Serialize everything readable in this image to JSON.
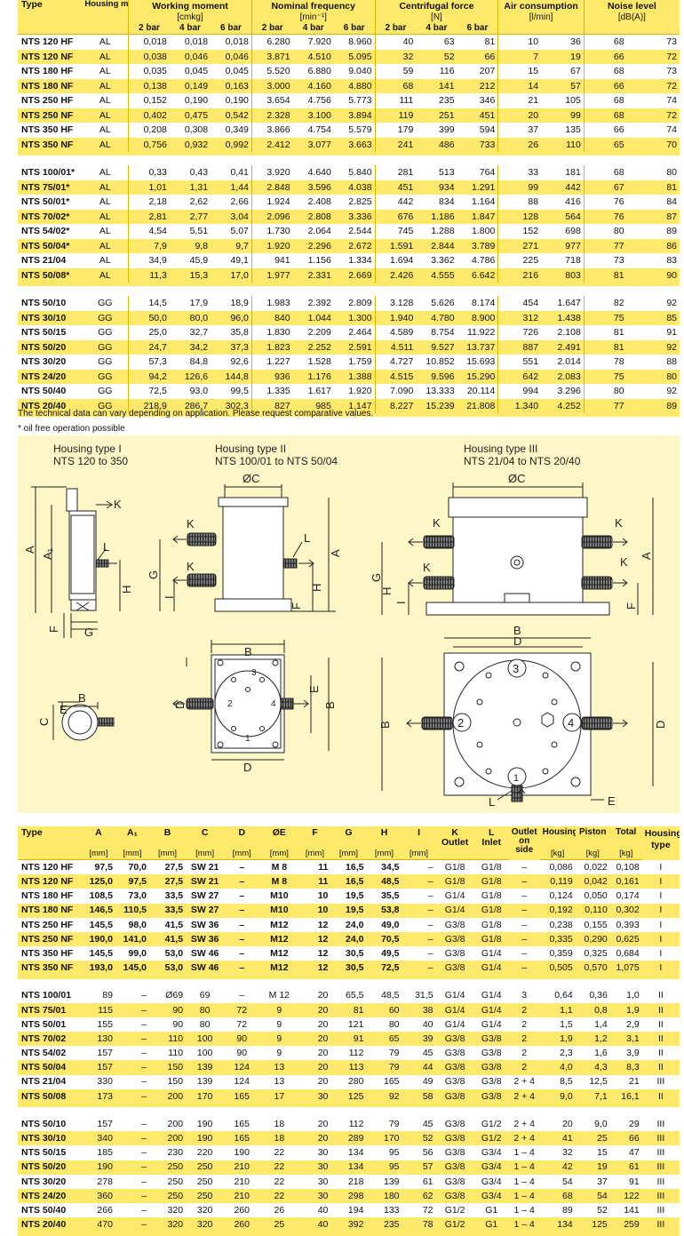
{
  "table1": {
    "hdr": {
      "type": "Type",
      "housing": "Housing material",
      "working": "Working moment",
      "working_unit": "[cmkg]",
      "nominal": "Nominal frequency",
      "nominal_unit": "[min⁻¹]",
      "centrifugal": "Centrifugal force",
      "centrifugal_unit": "[N]",
      "air": "Air consumption",
      "air_unit": "[l/min]",
      "noise": "Noise level",
      "noise_unit": "[dB(A)]",
      "p2": "2 bar",
      "p4": "4 bar",
      "p6": "6 bar"
    },
    "groups": [
      [
        [
          "NTS 120 HF",
          "AL",
          "0,018",
          "0,018",
          "0,018",
          "6.280",
          "7.920",
          "8.960",
          "40",
          "63",
          "81",
          "10",
          "36",
          "68",
          "73"
        ],
        [
          "NTS 120 NF",
          "AL",
          "0,038",
          "0,046",
          "0,046",
          "3.871",
          "4.510",
          "5.095",
          "32",
          "52",
          "66",
          "7",
          "19",
          "66",
          "72"
        ],
        [
          "NTS 180 HF",
          "AL",
          "0,035",
          "0,045",
          "0,045",
          "5.520",
          "6.880",
          "9.040",
          "59",
          "116",
          "207",
          "15",
          "67",
          "68",
          "73"
        ],
        [
          "NTS 180 NF",
          "AL",
          "0,138",
          "0,149",
          "0,163",
          "3.000",
          "4.160",
          "4.880",
          "68",
          "141",
          "212",
          "14",
          "57",
          "66",
          "72"
        ],
        [
          "NTS 250 HF",
          "AL",
          "0,152",
          "0,190",
          "0,190",
          "3.654",
          "4.756",
          "5.773",
          "111",
          "235",
          "346",
          "21",
          "105",
          "68",
          "74"
        ],
        [
          "NTS 250 NF",
          "AL",
          "0,402",
          "0,475",
          "0,542",
          "2.328",
          "3.100",
          "3.894",
          "119",
          "251",
          "451",
          "20",
          "99",
          "68",
          "72"
        ],
        [
          "NTS 350 HF",
          "AL",
          "0,208",
          "0,308",
          "0,349",
          "3.866",
          "4.754",
          "5.579",
          "179",
          "399",
          "594",
          "37",
          "135",
          "66",
          "74"
        ],
        [
          "NTS 350 NF",
          "AL",
          "0,756",
          "0,932",
          "0,992",
          "2.412",
          "3.077",
          "3.663",
          "241",
          "486",
          "733",
          "26",
          "110",
          "65",
          "70"
        ]
      ],
      [
        [
          "NTS 100/01*",
          "AL",
          "0,33",
          "0,43",
          "0,41",
          "3.920",
          "4.640",
          "5.840",
          "281",
          "513",
          "764",
          "33",
          "181",
          "68",
          "80"
        ],
        [
          "NTS 75/01*",
          "AL",
          "1,01",
          "1,31",
          "1,44",
          "2.848",
          "3.596",
          "4.038",
          "451",
          "934",
          "1.291",
          "99",
          "442",
          "67",
          "81"
        ],
        [
          "NTS 50/01*",
          "AL",
          "2,18",
          "2,62",
          "2,66",
          "1.924",
          "2.408",
          "2.825",
          "442",
          "834",
          "1.164",
          "88",
          "416",
          "76",
          "84"
        ],
        [
          "NTS 70/02*",
          "AL",
          "2,81",
          "2,77",
          "3,04",
          "2.096",
          "2.808",
          "3.336",
          "676",
          "1.186",
          "1.847",
          "128",
          "564",
          "76",
          "87"
        ],
        [
          "NTS 54/02*",
          "AL",
          "4,54",
          "5,51",
          "5,07",
          "1.730",
          "2.064",
          "2.544",
          "745",
          "1.288",
          "1.800",
          "152",
          "698",
          "80",
          "89"
        ],
        [
          "NTS 50/04*",
          "AL",
          "7,9",
          "9,8",
          "9,7",
          "1.920",
          "2.296",
          "2.672",
          "1.591",
          "2.844",
          "3.789",
          "271",
          "977",
          "77",
          "86"
        ],
        [
          "NTS 21/04",
          "AL",
          "34,9",
          "45,9",
          "49,1",
          "941",
          "1.156",
          "1.334",
          "1.694",
          "3.362",
          "4.786",
          "225",
          "718",
          "73",
          "83"
        ],
        [
          "NTS 50/08*",
          "AL",
          "11,3",
          "15,3",
          "17,0",
          "1.977",
          "2.331",
          "2.669",
          "2.426",
          "4.555",
          "6.642",
          "216",
          "803",
          "81",
          "90"
        ]
      ],
      [
        [
          "NTS 50/10",
          "GG",
          "14,5",
          "17,9",
          "18,9",
          "1.983",
          "2.392",
          "2.809",
          "3.128",
          "5.626",
          "8.174",
          "454",
          "1.647",
          "82",
          "92"
        ],
        [
          "NTS 30/10",
          "GG",
          "50,0",
          "80,0",
          "96,0",
          "840",
          "1.044",
          "1.300",
          "1.940",
          "4.780",
          "8.900",
          "312",
          "1.438",
          "75",
          "85"
        ],
        [
          "NTS 50/15",
          "GG",
          "25,0",
          "32,7",
          "35,8",
          "1.830",
          "2.209",
          "2.464",
          "4.589",
          "8.754",
          "11.922",
          "726",
          "2.108",
          "81",
          "91"
        ],
        [
          "NTS 50/20",
          "GG",
          "24,7",
          "34,2",
          "37,3",
          "1.823",
          "2.252",
          "2.591",
          "4.511",
          "9.527",
          "13.737",
          "887",
          "2.491",
          "81",
          "92"
        ],
        [
          "NTS 30/20",
          "GG",
          "57,3",
          "84,8",
          "92,6",
          "1.227",
          "1.528",
          "1.759",
          "4.727",
          "10.852",
          "15.693",
          "551",
          "2.014",
          "78",
          "88"
        ],
        [
          "NTS 24/20",
          "GG",
          "94,2",
          "126,6",
          "144,8",
          "936",
          "1.176",
          "1.388",
          "4.515",
          "9.596",
          "15.290",
          "642",
          "2.083",
          "75",
          "80"
        ],
        [
          "NTS 50/40",
          "GG",
          "72,5",
          "93,0",
          "99,5",
          "1.335",
          "1.617",
          "1.920",
          "7.090",
          "13.333",
          "20.114",
          "994",
          "3.296",
          "80",
          "92"
        ],
        [
          "NTS 20/40",
          "GG",
          "218,9",
          "286,7",
          "302,3",
          "827",
          "985",
          "1.147",
          "8.227",
          "15.239",
          "21.808",
          "1.340",
          "4.252",
          "77",
          "89"
        ]
      ]
    ]
  },
  "notes": {
    "n1": "The technical data can vary depending on application. Please request comparative values.",
    "n2": "* oil free operation possible"
  },
  "drawings": {
    "h1_title": "Housing type I",
    "h1_range": "NTS 120 to 350",
    "h2_title": "Housing type II",
    "h2_range": "NTS 100/01 to NTS 50/04",
    "h3_title": "Housing type III",
    "h3_range": "NTS 21/04 to NTS 20/40",
    "L_K": "K",
    "L_L": "L",
    "L_A": "A",
    "L_A1": "A₁",
    "L_H": "H",
    "L_F": "F",
    "L_G": "G",
    "L_B": "B",
    "L_C": "C",
    "L_E": "E",
    "L_D": "D",
    "L_OC": "ØC",
    "L_I": "I",
    "n1": "1",
    "n2": "2",
    "n3": "3",
    "n4": "4"
  },
  "table2": {
    "hdr": {
      "type": "Type",
      "A": "A",
      "A1": "A₁",
      "B": "B",
      "C": "C",
      "D": "D",
      "E": "ØE",
      "F": "F",
      "G": "G",
      "H": "H",
      "I": "I",
      "K": "K",
      "K2": "Outlet",
      "L": "L",
      "L2": "Inlet",
      "out1": "Outlet",
      "out2": "on",
      "out3": "side",
      "housing": "Housing",
      "piston": "Piston",
      "total": "Total",
      "htype1": "Housing",
      "htype2": "type",
      "mm": "[mm]",
      "kg": "[kg]"
    },
    "groups": [
      [
        [
          "NTS 120 HF",
          "97,5",
          "70,0",
          "27,5",
          "SW 21",
          "–",
          "M 8",
          "11",
          "16,5",
          "34,5",
          "–",
          "G1/8",
          "G1/8",
          "–",
          "0,086",
          "0,022",
          "0,108",
          "I"
        ],
        [
          "NTS 120 NF",
          "125,0",
          "97,5",
          "27,5",
          "SW 21",
          "–",
          "M 8",
          "11",
          "16,5",
          "48,5",
          "–",
          "G1/8",
          "G1/8",
          "–",
          "0,119",
          "0,042",
          "0,161",
          "I"
        ],
        [
          "NTS 180 HF",
          "108,5",
          "73,0",
          "33,5",
          "SW 27",
          "–",
          "M10",
          "10",
          "19,5",
          "35,5",
          "–",
          "G1/4",
          "G1/8",
          "–",
          "0,124",
          "0,050",
          "0,174",
          "I"
        ],
        [
          "NTS 180 NF",
          "146,5",
          "110,5",
          "33,5",
          "SW 27",
          "–",
          "M10",
          "10",
          "19,5",
          "53,8",
          "–",
          "G1/4",
          "G1/8",
          "–",
          "0,192",
          "0,110",
          "0,302",
          "I"
        ],
        [
          "NTS 250 HF",
          "145,5",
          "98,0",
          "41,5",
          "SW 36",
          "–",
          "M12",
          "12",
          "24,0",
          "49,0",
          "–",
          "G3/8",
          "G1/8",
          "–",
          "0,238",
          "0,155",
          "0,393",
          "I"
        ],
        [
          "NTS 250 NF",
          "190,0",
          "141,0",
          "41,5",
          "SW 36",
          "–",
          "M12",
          "12",
          "24,0",
          "70,5",
          "–",
          "G3/8",
          "G1/8",
          "–",
          "0,335",
          "0,290",
          "0,625",
          "I"
        ],
        [
          "NTS 350 HF",
          "145,5",
          "99,0",
          "53,0",
          "SW 46",
          "–",
          "M12",
          "12",
          "30,5",
          "49,5",
          "–",
          "G3/8",
          "G1/4",
          "–",
          "0,359",
          "0,325",
          "0,684",
          "I"
        ],
        [
          "NTS 350 NF",
          "193,0",
          "145,0",
          "53,0",
          "SW 46",
          "–",
          "M12",
          "12",
          "30,5",
          "72,5",
          "–",
          "G3/8",
          "G1/4",
          "–",
          "0,505",
          "0,570",
          "1,075",
          "I"
        ]
      ],
      [
        [
          "NTS 100/01",
          "89",
          "–",
          "Ø69",
          "69",
          "–",
          "M 12",
          "20",
          "65,5",
          "48,5",
          "31,5",
          "G1/4",
          "G1/4",
          "3",
          "0,64",
          "0,36",
          "1,0",
          "II"
        ],
        [
          "NTS 75/01",
          "115",
          "–",
          "90",
          "80",
          "72",
          "9",
          "20",
          "81",
          "60",
          "38",
          "G1/4",
          "G1/4",
          "2",
          "1,1",
          "0,8",
          "1,9",
          "II"
        ],
        [
          "NTS 50/01",
          "155",
          "–",
          "90",
          "80",
          "72",
          "9",
          "20",
          "121",
          "80",
          "40",
          "G1/4",
          "G1/4",
          "2",
          "1,5",
          "1,4",
          "2,9",
          "II"
        ],
        [
          "NTS 70/02",
          "130",
          "–",
          "110",
          "100",
          "90",
          "9",
          "20",
          "91",
          "65",
          "39",
          "G3/8",
          "G3/8",
          "2",
          "1,9",
          "1,2",
          "3,1",
          "II"
        ],
        [
          "NTS 54/02",
          "157",
          "–",
          "110",
          "100",
          "90",
          "9",
          "20",
          "112",
          "79",
          "45",
          "G3/8",
          "G3/8",
          "2",
          "2,3",
          "1,6",
          "3,9",
          "II"
        ],
        [
          "NTS 50/04",
          "157",
          "–",
          "150",
          "139",
          "124",
          "13",
          "20",
          "113",
          "79",
          "44",
          "G3/8",
          "G3/8",
          "2",
          "4,0",
          "4,3",
          "8,3",
          "II"
        ],
        [
          "NTS 21/04",
          "330",
          "–",
          "150",
          "139",
          "124",
          "13",
          "20",
          "280",
          "165",
          "49",
          "G3/8",
          "G3/8",
          "2 + 4",
          "8,5",
          "12,5",
          "21",
          "III"
        ],
        [
          "NTS 50/08",
          "173",
          "–",
          "200",
          "170",
          "165",
          "17",
          "30",
          "125",
          "92",
          "58",
          "G3/8",
          "G3/8",
          "2 + 4",
          "9,0",
          "7,1",
          "16,1",
          "II"
        ]
      ],
      [
        [
          "NTS 50/10",
          "157",
          "–",
          "200",
          "190",
          "165",
          "18",
          "20",
          "112",
          "79",
          "45",
          "G3/8",
          "G1/2",
          "2 + 4",
          "20",
          "9,0",
          "29",
          "III"
        ],
        [
          "NTS 30/10",
          "340",
          "–",
          "200",
          "190",
          "165",
          "18",
          "20",
          "289",
          "170",
          "52",
          "G3/8",
          "G1/2",
          "2 + 4",
          "41",
          "25",
          "66",
          "III"
        ],
        [
          "NTS 50/15",
          "185",
          "–",
          "230",
          "220",
          "190",
          "22",
          "30",
          "134",
          "95",
          "56",
          "G3/8",
          "G3/4",
          "1 – 4",
          "32",
          "15",
          "47",
          "III"
        ],
        [
          "NTS 50/20",
          "190",
          "–",
          "250",
          "250",
          "210",
          "22",
          "30",
          "134",
          "95",
          "57",
          "G3/8",
          "G3/4",
          "1 – 4",
          "42",
          "19",
          "61",
          "III"
        ],
        [
          "NTS 30/20",
          "278",
          "–",
          "250",
          "250",
          "210",
          "22",
          "30",
          "218",
          "139",
          "61",
          "G3/8",
          "G3/4",
          "1 – 4",
          "54",
          "37",
          "91",
          "III"
        ],
        [
          "NTS 24/20",
          "360",
          "–",
          "250",
          "250",
          "210",
          "22",
          "30",
          "298",
          "180",
          "62",
          "G3/8",
          "G3/4",
          "1 – 4",
          "68",
          "54",
          "122",
          "III"
        ],
        [
          "NTS 50/40",
          "266",
          "–",
          "320",
          "320",
          "260",
          "26",
          "40",
          "194",
          "133",
          "72",
          "G1/2",
          "G1",
          "1 – 4",
          "89",
          "52",
          "141",
          "III"
        ],
        [
          "NTS 20/40",
          "470",
          "–",
          "320",
          "320",
          "260",
          "25",
          "40",
          "392",
          "235",
          "78",
          "G1/2",
          "G1",
          "1 – 4",
          "134",
          "125",
          "259",
          "III"
        ]
      ]
    ]
  }
}
